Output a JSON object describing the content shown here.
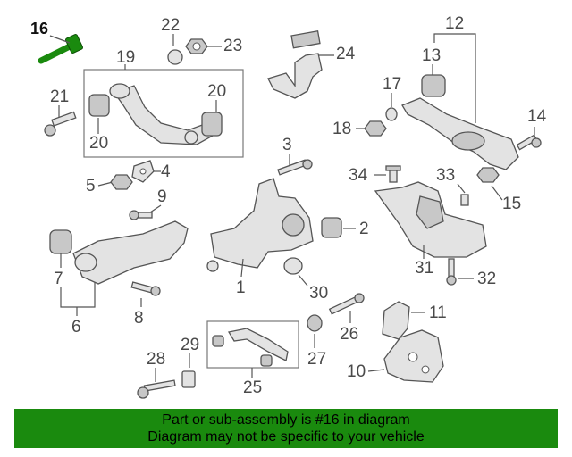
{
  "diagram": {
    "labels": {
      "l1": "1",
      "l2": "2",
      "l3": "3",
      "l4": "4",
      "l5": "5",
      "l6": "6",
      "l7": "7",
      "l8": "8",
      "l9": "9",
      "l10": "10",
      "l11": "11",
      "l12": "12",
      "l13": "13",
      "l14": "14",
      "l15": "15",
      "l16": "16",
      "l17": "17",
      "l18": "18",
      "l19": "19",
      "l20a": "20",
      "l20b": "20",
      "l21": "21",
      "l22": "22",
      "l23": "23",
      "l24": "24",
      "l25": "25",
      "l26": "26",
      "l27": "27",
      "l28": "28",
      "l29": "29",
      "l30": "30",
      "l31": "31",
      "l32": "32",
      "l33": "33",
      "l34": "34"
    },
    "highlighted_part": "16",
    "highlight_color": "#1a8a0e"
  },
  "banner": {
    "line1": "Part or sub-assembly is #16 in diagram",
    "line2": "Diagram may not be specific to your vehicle",
    "background": "#1a8a0e"
  }
}
